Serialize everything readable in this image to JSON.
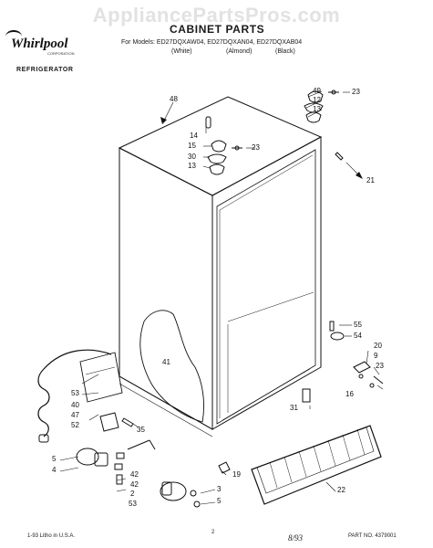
{
  "watermark": "AppliancePartsPros.com",
  "brand": "Whirlpool",
  "brand_sub": "CORPORATION",
  "product": "REFRIGERATOR",
  "title": "CABINET PARTS",
  "models": {
    "line": "For Models: ED27DQXAW04, ED27DQXAN04, ED27DQXAB04",
    "white": "(White)",
    "almond": "(Almond)",
    "black": "(Black)"
  },
  "callouts": {
    "c48": "48",
    "c49": "49",
    "c12a": "12",
    "c13a": "13",
    "c23a": "23",
    "c14": "14",
    "c15": "15",
    "c30": "30",
    "c13b": "13",
    "c23b": "23",
    "c21": "21",
    "c41": "41",
    "c55": "55",
    "c54": "54",
    "c20": "20",
    "c9": "9",
    "c23c": "23",
    "c16": "16",
    "c31": "31",
    "c53a": "53",
    "c40": "40",
    "c47": "47",
    "c52": "52",
    "c35": "35",
    "c5a": "5",
    "c4": "4",
    "c42a": "42",
    "c42b": "42",
    "c2": "2",
    "c53b": "53",
    "c19": "19",
    "c3": "3",
    "c5b": "5",
    "c22": "22"
  },
  "footer": {
    "printed": "1-93 Litho in U.S.A.",
    "page": "2",
    "date": "8/93",
    "part_no": "PART NO. 4379001"
  }
}
